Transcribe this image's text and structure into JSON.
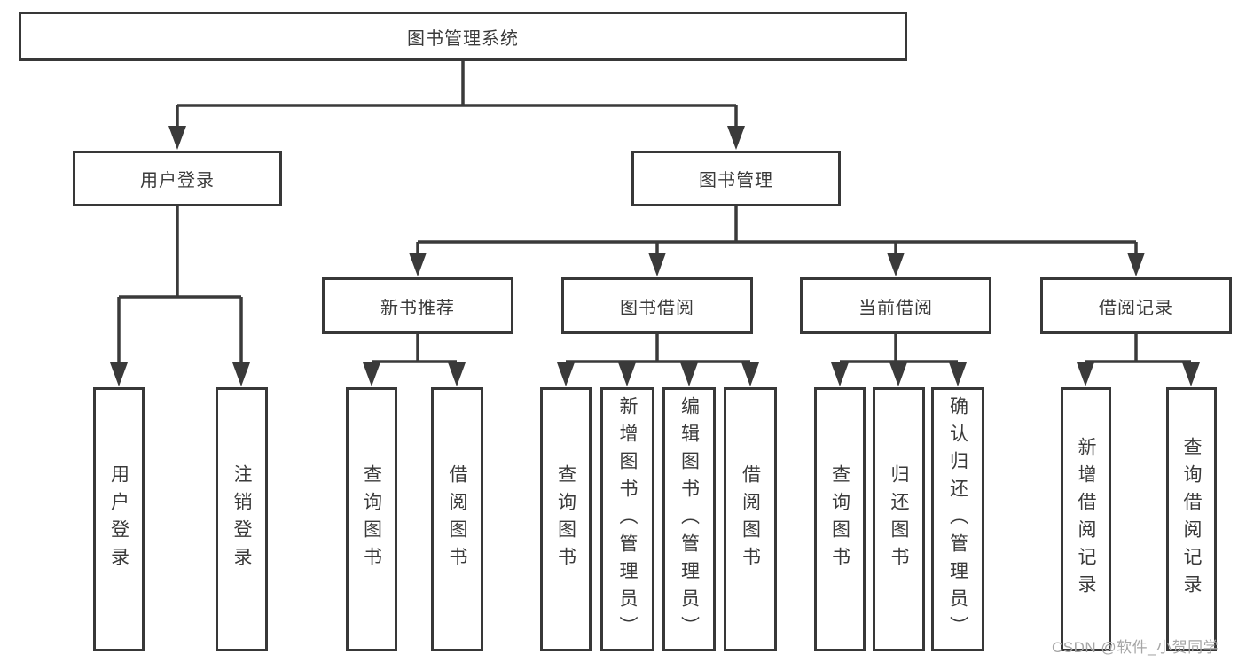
{
  "diagram_title": "图书管理系统",
  "watermark": "CSDN @软件_小贺同学",
  "colors": {
    "line": "#3a3a3a",
    "node_border": "#383838",
    "text": "#3a3a3a",
    "watermark": "#a6a6a6",
    "background": "#ffffff"
  },
  "tree": {
    "label": "图书管理系统",
    "children": [
      {
        "label": "用户登录",
        "children": [
          {
            "label": "用户登录"
          },
          {
            "label": "注销登录"
          }
        ]
      },
      {
        "label": "图书管理",
        "children": [
          {
            "label": "新书推荐",
            "children": [
              {
                "label": "查询图书"
              },
              {
                "label": "借阅图书"
              }
            ]
          },
          {
            "label": "图书借阅",
            "children": [
              {
                "label": "查询图书"
              },
              {
                "label": "新增图书（管理员）"
              },
              {
                "label": "编辑图书（管理员）"
              },
              {
                "label": "借阅图书"
              }
            ]
          },
          {
            "label": "当前借阅",
            "children": [
              {
                "label": "查询图书"
              },
              {
                "label": "归还图书"
              },
              {
                "label": "确认归还（管理员）"
              }
            ]
          },
          {
            "label": "借阅记录",
            "children": [
              {
                "label": "新增借阅记录"
              },
              {
                "label": "查询借阅记录"
              }
            ]
          }
        ]
      }
    ]
  }
}
